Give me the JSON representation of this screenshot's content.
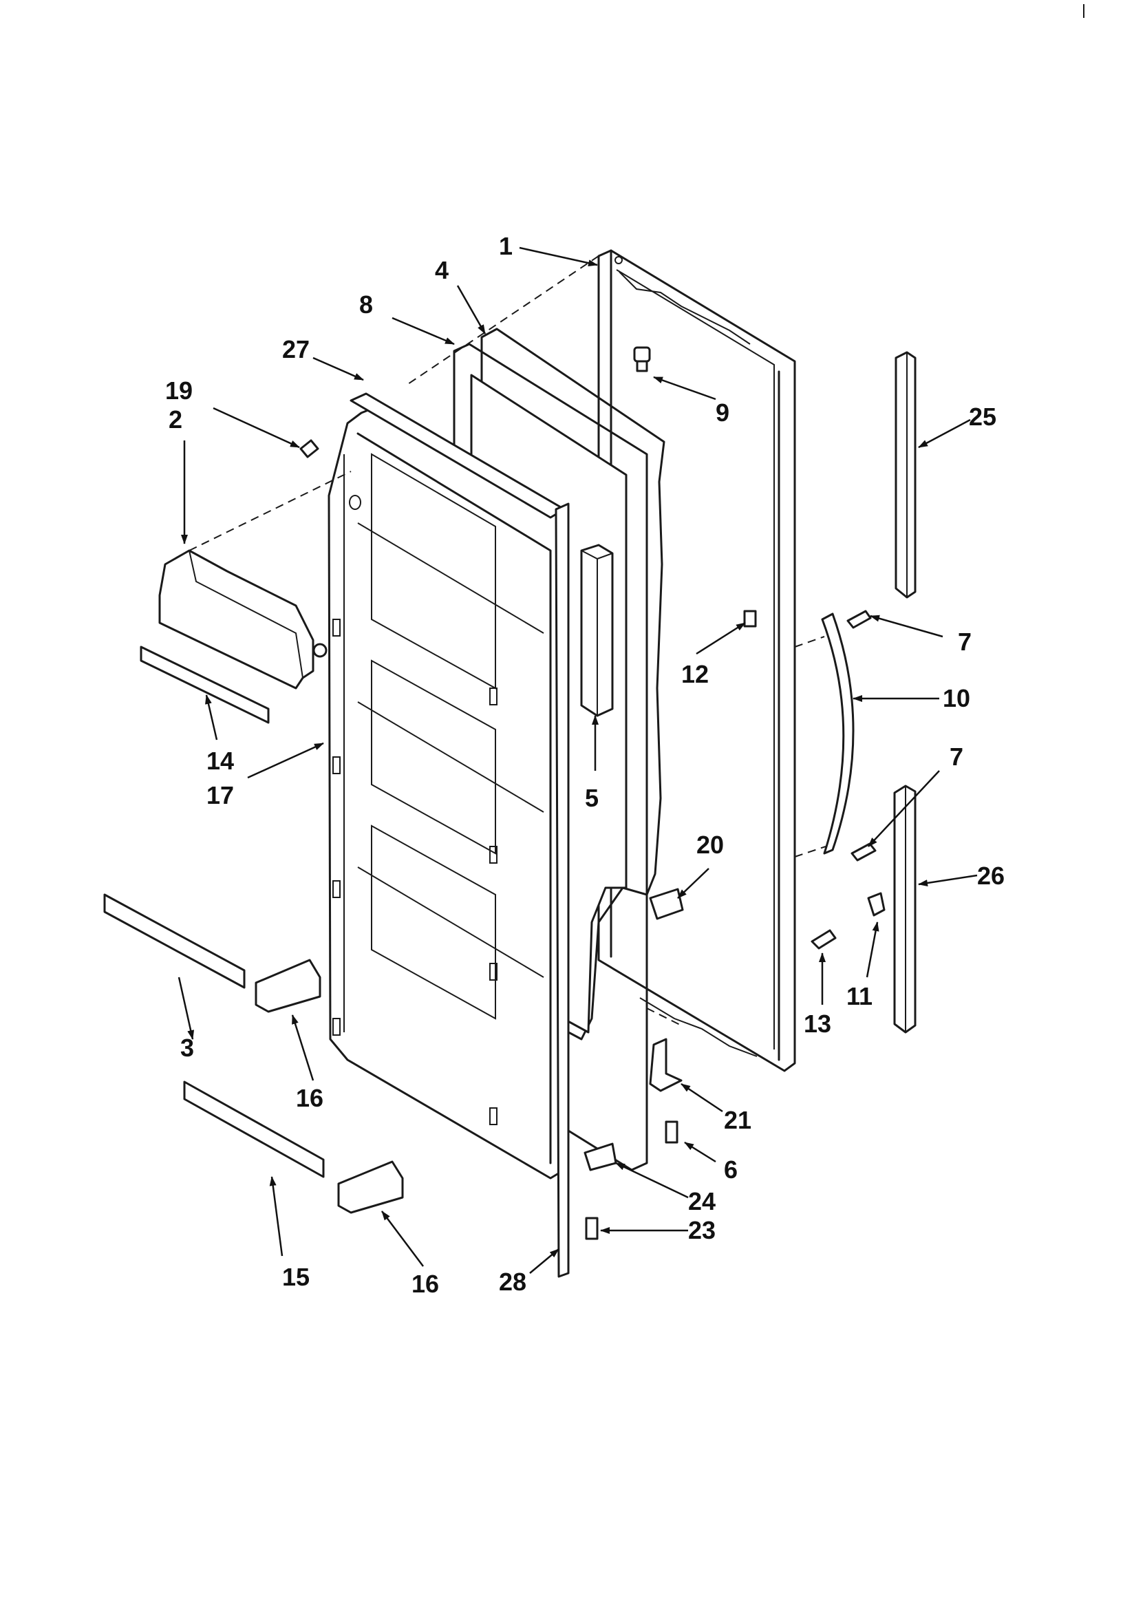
{
  "callouts": [
    {
      "id": "c1",
      "label": "1"
    },
    {
      "id": "c2",
      "label": "2"
    },
    {
      "id": "c3",
      "label": "3"
    },
    {
      "id": "c4",
      "label": "4"
    },
    {
      "id": "c5",
      "label": "5"
    },
    {
      "id": "c6",
      "label": "6"
    },
    {
      "id": "c7a",
      "label": "7"
    },
    {
      "id": "c7b",
      "label": "7"
    },
    {
      "id": "c8",
      "label": "8"
    },
    {
      "id": "c9",
      "label": "9"
    },
    {
      "id": "c10",
      "label": "10"
    },
    {
      "id": "c11",
      "label": "11"
    },
    {
      "id": "c12",
      "label": "12"
    },
    {
      "id": "c13",
      "label": "13"
    },
    {
      "id": "c14",
      "label": "14"
    },
    {
      "id": "c15",
      "label": "15"
    },
    {
      "id": "c16a",
      "label": "16"
    },
    {
      "id": "c16b",
      "label": "16"
    },
    {
      "id": "c17",
      "label": "17"
    },
    {
      "id": "c19",
      "label": "19"
    },
    {
      "id": "c20",
      "label": "20"
    },
    {
      "id": "c21",
      "label": "21"
    },
    {
      "id": "c23",
      "label": "23"
    },
    {
      "id": "c24",
      "label": "24"
    },
    {
      "id": "c25",
      "label": "25"
    },
    {
      "id": "c26",
      "label": "26"
    },
    {
      "id": "c27",
      "label": "27"
    },
    {
      "id": "c28",
      "label": "28"
    }
  ]
}
